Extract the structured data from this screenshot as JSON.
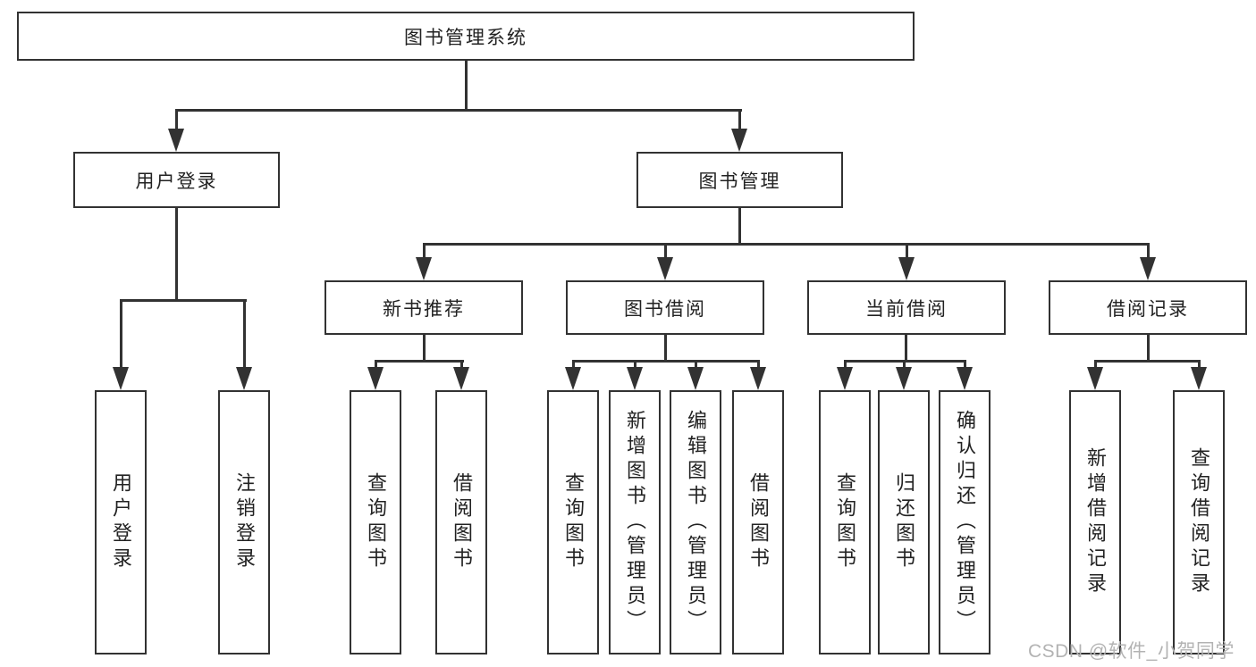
{
  "diagram": {
    "title_box": "图书管理系统",
    "level1": [
      {
        "label": "用户登录"
      },
      {
        "label": "图书管理"
      }
    ],
    "level2": [
      {
        "label": "新书推荐"
      },
      {
        "label": "图书借阅"
      },
      {
        "label": "当前借阅"
      },
      {
        "label": "借阅记录"
      }
    ],
    "leaves": {
      "user_login": [
        "用户登录",
        "注销登录"
      ],
      "new_book_recommendation": [
        "查询图书",
        "借阅图书"
      ],
      "book_borrowing": [
        "查询图书",
        "新增图书（管理员）",
        "编辑图书（管理员）",
        "借阅图书"
      ],
      "current_borrowing": [
        "查询图书",
        "归还图书",
        "确认归还（管理员）"
      ],
      "borrowing_records": [
        "新增借阅记录",
        "查询借阅记录"
      ]
    }
  },
  "watermark": {
    "text": "CSDN @软件_小贺同学"
  },
  "colors": {
    "line": "#323232",
    "box_background": "#ffffff",
    "text": "#222222",
    "watermark": "#b3b3b3"
  }
}
